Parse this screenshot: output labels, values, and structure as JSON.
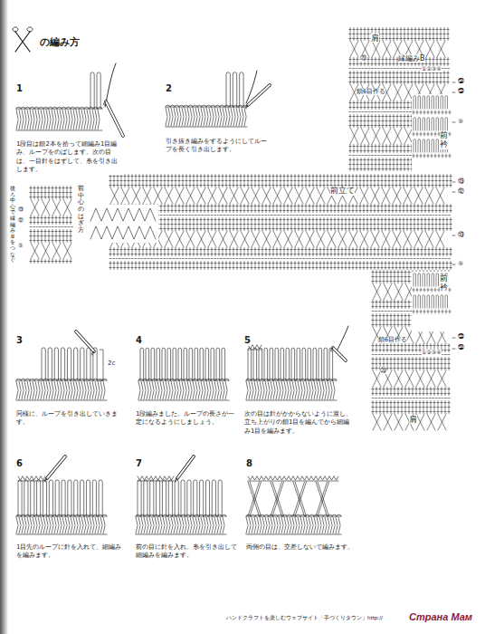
{
  "diagram": {
    "title": "の編み方",
    "labels": [
      "1",
      "1段目は鎖2本を拾って細編み1目編み、ループをのばします。次の目は、一目針をはずして、糸を引き出します。",
      "2",
      "引き抜き編みをするようにしてループを長く引き出します。",
      "肩",
      "⑳",
      "縁編みB",
      "①②③④",
      "㉔",
      "㉓",
      "鎖6目作る",
      "⑤",
      "前衿",
      "⑬",
      "⑫",
      "前立て",
      "前中心のはぎ方",
      "後ろ中心で縁編みBをつなぐ",
      "⑬",
      "⑫",
      "⑤",
      "⑬",
      "⑤",
      "前衿",
      "㉓",
      "鎖6目作る",
      "①②③④",
      "㉔",
      "⑳",
      "肩",
      "3",
      "2c",
      "同様に、ループを引き出していきます。",
      "4",
      "1段編みました。ループの長さが一定になるようにしましょう。",
      "5",
      "次の目は針がかからないように渡し、立ち上がりの鎖1目を編んでから細編み1目を編みます。",
      "6",
      "1目先のループに針を入れて、細編みを編みます。",
      "7",
      "前の目に針を入れ、糸を引き出して細編みを編みます。",
      "8",
      "両側の目は、交差しないで編みます。",
      "ハンドクラフトを楽しむウェブサイト「手づくりタウン」http://",
      "Страна Мам"
    ]
  }
}
